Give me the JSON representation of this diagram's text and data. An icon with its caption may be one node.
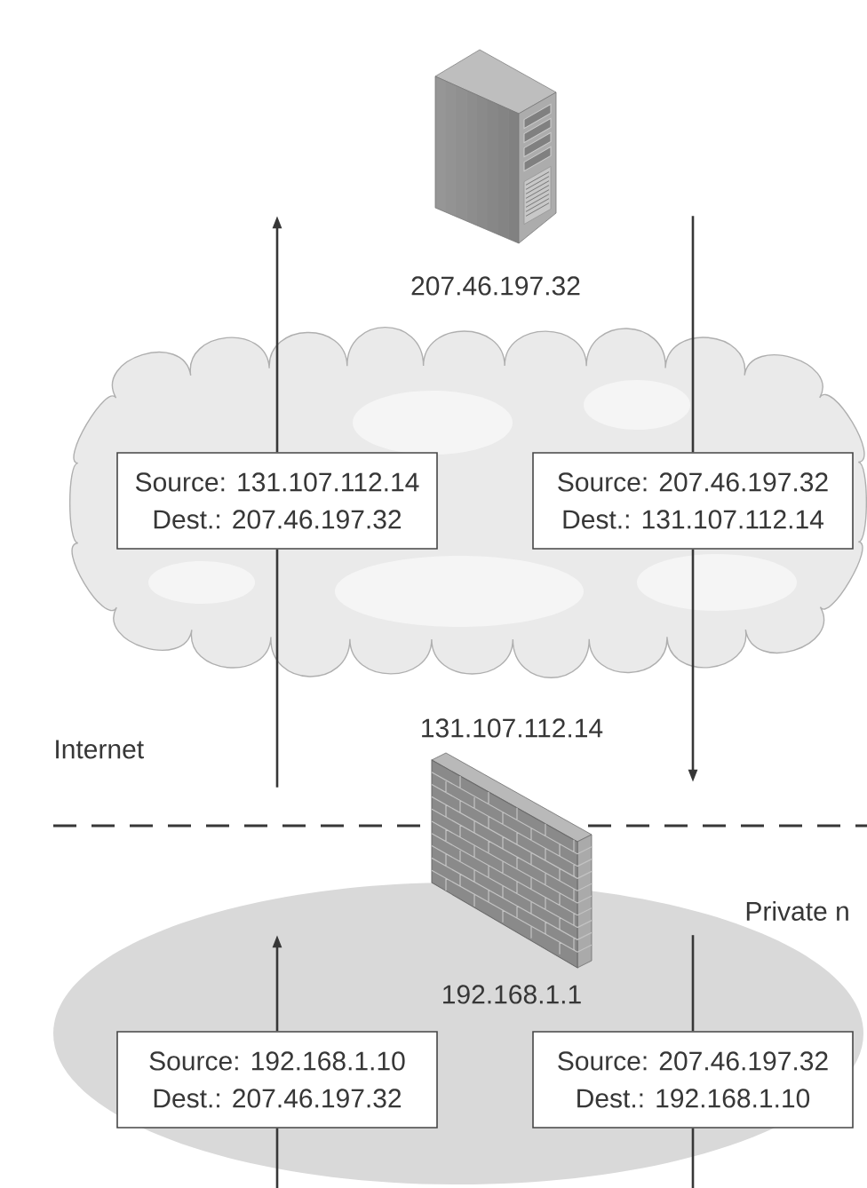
{
  "diagram": {
    "nodes": [
      {
        "text": [],
        "shape": "picture",
        "beside": [
          "207.46.197.32"
        ]
      },
      {
        "text": [],
        "shape": "cloud"
      },
      {
        "text": [
          "Source: 131.107.112.14",
          "Dest.: 207.46.197.32"
        ],
        "in": 1
      },
      {
        "text": [
          "Source: 207.46.197.32",
          "Dest.: 131.107.112.14"
        ],
        "in": 1
      },
      {
        "text": [],
        "shape": "picture",
        "beside": [
          "131.107.112.14",
          "192.168.1.1"
        ]
      },
      {
        "text": [],
        "shape": "ellipse"
      },
      {
        "text": [
          "Source: 192.168.1.10",
          "Dest.: 207.46.197.32"
        ],
        "in": 5
      },
      {
        "text": [
          "Source: 207.46.197.32",
          "Dest.: 192.168.1.10"
        ],
        "in": 5
      }
    ],
    "edges": [
      {
        "from": null,
        "to": 2,
        "arrow": "none"
      },
      {
        "from": 2,
        "to": null,
        "arrow": "to"
      },
      {
        "from": null,
        "to": 3,
        "arrow": "none"
      },
      {
        "from": 3,
        "to": null,
        "arrow": "to"
      },
      {
        "from": null,
        "to": 6,
        "arrow": "none"
      },
      {
        "from": 6,
        "to": null,
        "arrow": "to"
      },
      {
        "from": null,
        "to": 7,
        "arrow": "none"
      },
      {
        "from": 7,
        "to": null,
        "arrow": "none"
      }
    ],
    "labels": [
      "Internet",
      "Private n"
    ]
  }
}
